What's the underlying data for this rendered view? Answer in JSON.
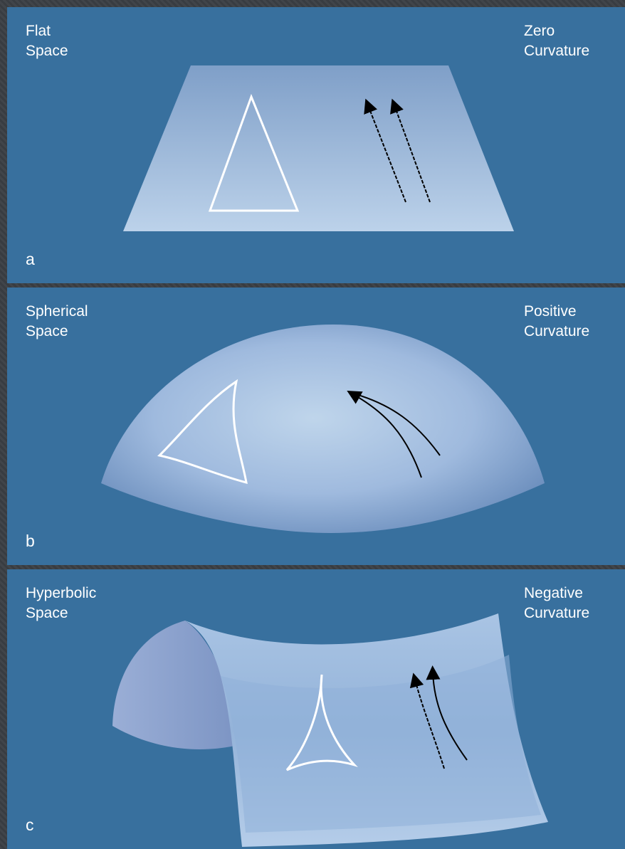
{
  "panels": [
    {
      "id": "a",
      "left_label": [
        "Flat",
        "Space"
      ],
      "right_label": [
        "Zero",
        "Curvature"
      ],
      "letter": "a"
    },
    {
      "id": "b",
      "left_label": [
        "Spherical",
        "Space"
      ],
      "right_label": [
        "Positive",
        "Curvature"
      ],
      "letter": "b"
    },
    {
      "id": "c",
      "left_label": [
        "Hyperbolic",
        "Space"
      ],
      "right_label": [
        "Negative",
        "Curvature"
      ],
      "letter": "c"
    }
  ],
  "colors": {
    "panel_background": "#38709e",
    "surface_light": "#b8d0e8",
    "surface_dark": "#7c9ec6",
    "triangle": "#ffffff",
    "arrow": "#000000"
  }
}
